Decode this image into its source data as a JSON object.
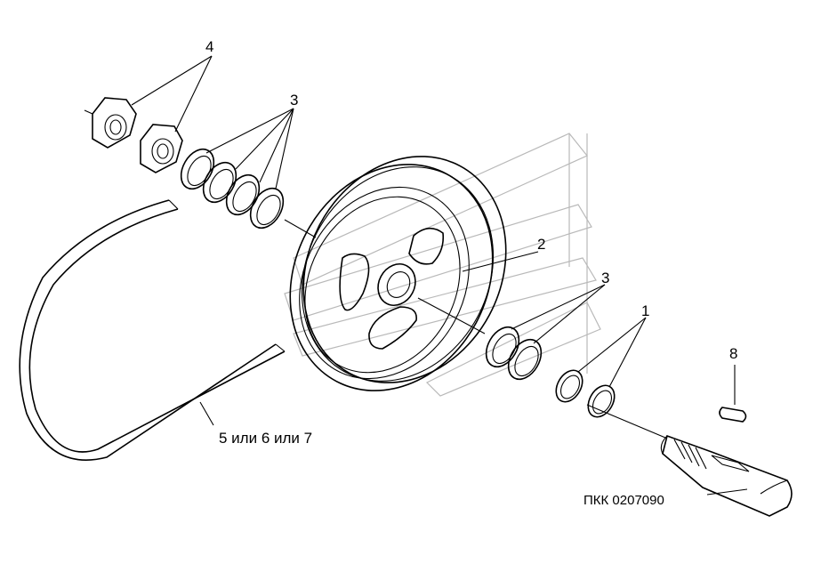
{
  "labels": {
    "l1": "1",
    "l2": "2",
    "l3a": "3",
    "l3b": "3",
    "l4": "4",
    "l5": "5 или 6 или 7",
    "l8": "8",
    "code": "ПКК 0207090"
  }
}
